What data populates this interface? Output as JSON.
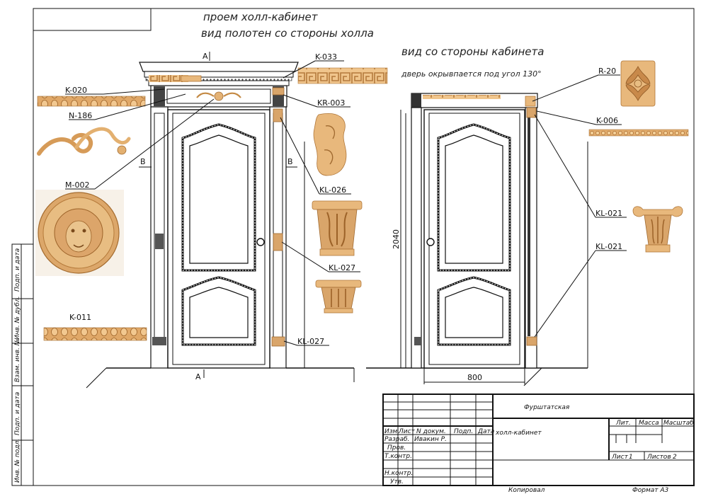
{
  "header": {
    "line1": "проем холл-кабинет",
    "line2": "вид полотен со стороны холла",
    "right_line1": "вид со стороны кабинета",
    "right_line2": "дверь окрывпается под угол 130°"
  },
  "section_marks": {
    "a_top": "А",
    "a_bottom": "А",
    "b_left": "В",
    "b_right": "В"
  },
  "parts": {
    "k020": "K-020",
    "n186": "N-186",
    "m002": "M-002",
    "k011": "K-011",
    "k033": "K-033",
    "kr003": "KR-003",
    "kl026": "KL-026",
    "kl027a": "KL-027",
    "kl027b": "KL-027",
    "r20": "R-20",
    "k006": "K-006",
    "kl021a": "KL-021",
    "kl021b": "KL-021"
  },
  "dimensions": {
    "width": "800",
    "height": "2040"
  },
  "side_stamp": {
    "cells": [
      "Подп. и дата",
      "Инв. № дубл.",
      "Взам. инв. №",
      "Подп. и дата",
      "Инв. № подл."
    ]
  },
  "title_block": {
    "project": "Фурштатская",
    "drawing": "холл-кабинет",
    "col_headers": [
      "Изм.",
      "Лист",
      "N докум.",
      "Подп.",
      "Дата"
    ],
    "roles": [
      "Разраб.",
      "Пров.",
      "Т.контр.",
      "Н.контр.",
      "Утв."
    ],
    "developer": "Ивакин Р.",
    "lit_label": "Лит.",
    "mass_label": "Масса",
    "scale_label": "Масштаб",
    "sheet_label": "Лист",
    "sheet_no": "1",
    "sheets_label": "Листов",
    "sheets_no": "2",
    "copied": "Копировал",
    "format": "Формат  А3"
  }
}
